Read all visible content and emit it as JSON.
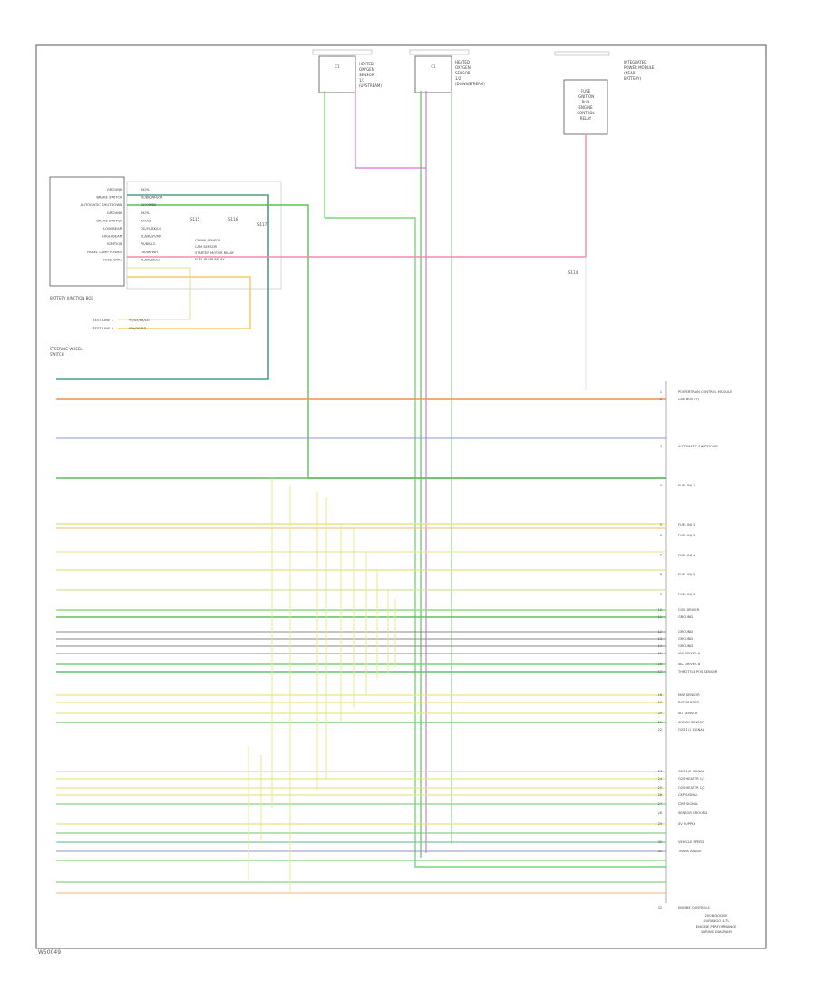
{
  "footer_code": "W50049",
  "top_components": [
    {
      "id": "sensor1",
      "lines": [
        "HEATED",
        "OXYGEN",
        "SENSOR",
        "1/1",
        "(UPSTREAM)"
      ]
    },
    {
      "id": "sensor2",
      "lines": [
        "HEATED",
        "OXYGEN",
        "SENSOR",
        "1/2",
        "(DOWNSTREAM)"
      ]
    },
    {
      "id": "fuse",
      "lines": [
        "FUSE",
        "IGNITION",
        "RUN",
        "ENGINE",
        "CONTROL",
        "RELAY"
      ],
      "label": [
        "INTEGRATED",
        "POWER MODULE",
        "(NEAR",
        "BATTERY)"
      ]
    }
  ],
  "left_module": {
    "pins": [
      "GROUND",
      "BRAKE SWITCH",
      "AUTOMATIC SHUTDOWN",
      "GROUND",
      "BRAKE SWITCH",
      "LOW BEAM",
      "HIGH BEAM",
      "IGNITION",
      "PANEL LAMP POWER",
      "FEED WIRE"
    ],
    "wires": [
      "BK/YL",
      "YE/BK/WH/OR",
      "GY/OR/BK",
      "BK/YL",
      "WH/LB",
      "DG/YL/BK/LG",
      "YL/BK/GY/RD",
      "PK/BK/LG",
      "OR/BK/WH",
      "YL/BK/BK/LG"
    ],
    "notes": [
      "CRANK SENSOR",
      "CAM SENSOR",
      "STARTER MOTOR RELAY",
      "FUEL PUMP RELAY"
    ],
    "sub_label": "BATTERY JUNCTION BOX",
    "sub_wires": [
      "YE/GY/BK/LG",
      "WH/OR/RD"
    ],
    "sub_pins": [
      "TEST LINE 1",
      "TEST LINE 2"
    ],
    "switch_label": [
      "STEERING WHEEL",
      "SWITCH"
    ]
  },
  "splice_labels": [
    "S115",
    "S116",
    "S117",
    "S114"
  ],
  "right_labels": [
    "POWERTRAIN CONTROL MODULE",
    "CAN BUS (+)",
    "AUTOMATIC SHUTDOWN",
    "FUEL INJ 1",
    "FUEL INJ 2",
    "FUEL INJ 3",
    "FUEL INJ 4",
    "FUEL INJ 5",
    "FUEL INJ 6",
    "COIL DRIVER",
    "GROUND",
    "GROUND",
    "GROUND",
    "GROUND",
    "IAC DRIVER A",
    "IAC DRIVER B",
    "THROTTLE POS SENSOR",
    "MAP SENSOR",
    "ECT SENSOR",
    "IAT SENSOR",
    "KNOCK SENSOR",
    "O2S 1/1 SIGNAL",
    "O2S 1/2 SIGNAL",
    "O2S HEATER 1/1",
    "O2S HEATER 1/2",
    "CKP SIGNAL",
    "CMP SIGNAL",
    "SENSOR GROUND",
    "5V SUPPLY",
    "VEHICLE SPEED",
    "TRANS RANGE",
    "ENGINE CONTROLS"
  ],
  "bottom_title": [
    "2008 DODGE",
    "DURANGO 4.7L",
    "ENGINE PERFORMANCE",
    "WIRING DIAGRAM"
  ]
}
